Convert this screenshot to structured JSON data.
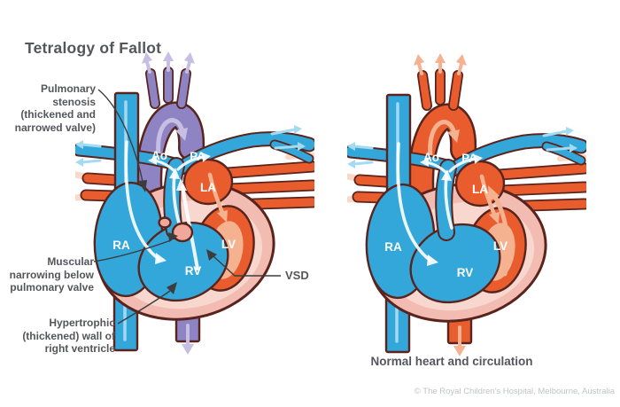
{
  "title": "Tetralogy of Fallot",
  "labels": {
    "pulmonary_stenosis": "Pulmonary stenosis (thickened and narrowed valve)",
    "muscular_narrowing": "Muscular narrowing below pulmonary valve",
    "hypertrophic_wall": "Hypertrophic (thickened) wall of right ventricle",
    "vsd": "VSD"
  },
  "vessel_labels": {
    "ao": "Ao",
    "pa": "PA",
    "la": "LA",
    "ra": "RA",
    "rv": "RV",
    "lv": "LV"
  },
  "caption": "Normal heart and circulation",
  "copyright": "© The Royal Children's Hospital, Melbourne, Australia",
  "colors": {
    "oxygen_poor_blue": "#33A7DA",
    "oxygen_poor_blue_light": "#A5DBF1",
    "oxygen_rich_orange": "#E85C2D",
    "oxygen_rich_orange_light": "#F5B291",
    "mixed_purple": "#8E83C3",
    "mixed_purple_light": "#C6BFE3",
    "heart_wall_pink": "#F3BCB2",
    "heart_wall_pink_light": "#F8D7CF",
    "valve_nodule_pink": "#F0A89B",
    "outline_dark": "#59241D",
    "title_text": "#55565A",
    "label_text": "#55565A",
    "copyright_text": "#C0C3C5"
  }
}
